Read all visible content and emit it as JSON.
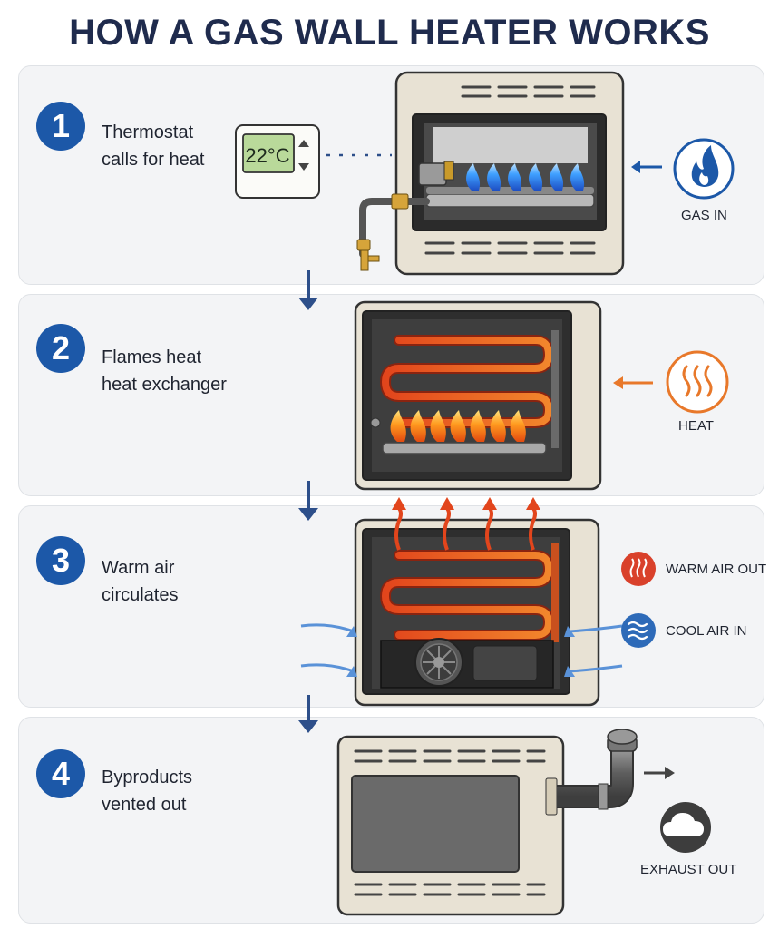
{
  "title": "HOW A GAS WALL HEATER WORKS",
  "colors": {
    "badge_blue": "#1c58a8",
    "gas_blue": "#1c58a8",
    "heat_orange": "#e8782a",
    "warm_red": "#d9412b",
    "cool_blue": "#2d6ab8",
    "panel_bg": "#f3f4f6"
  },
  "steps": [
    {
      "number": "1",
      "line1": "Thermostat",
      "line2": "calls for heat",
      "side_label": "GAS IN",
      "side_icon": "flame-icon"
    },
    {
      "number": "2",
      "line1": "Flames heat",
      "line2": "heat exchanger",
      "side_label": "HEAT",
      "side_icon": "heat-waves-icon"
    },
    {
      "number": "3",
      "line1": "Warm air",
      "line2": "circulates",
      "labels": [
        "WARM AIR OUT",
        "COOL AIR IN"
      ]
    },
    {
      "number": "4",
      "line1": "Byproducts",
      "line2": "vented out",
      "side_label": "EXHAUST OUT",
      "side_icon": "cloud-icon"
    }
  ],
  "thermostat": {
    "temperature": "22°C",
    "icon": "thermostat-icon"
  }
}
